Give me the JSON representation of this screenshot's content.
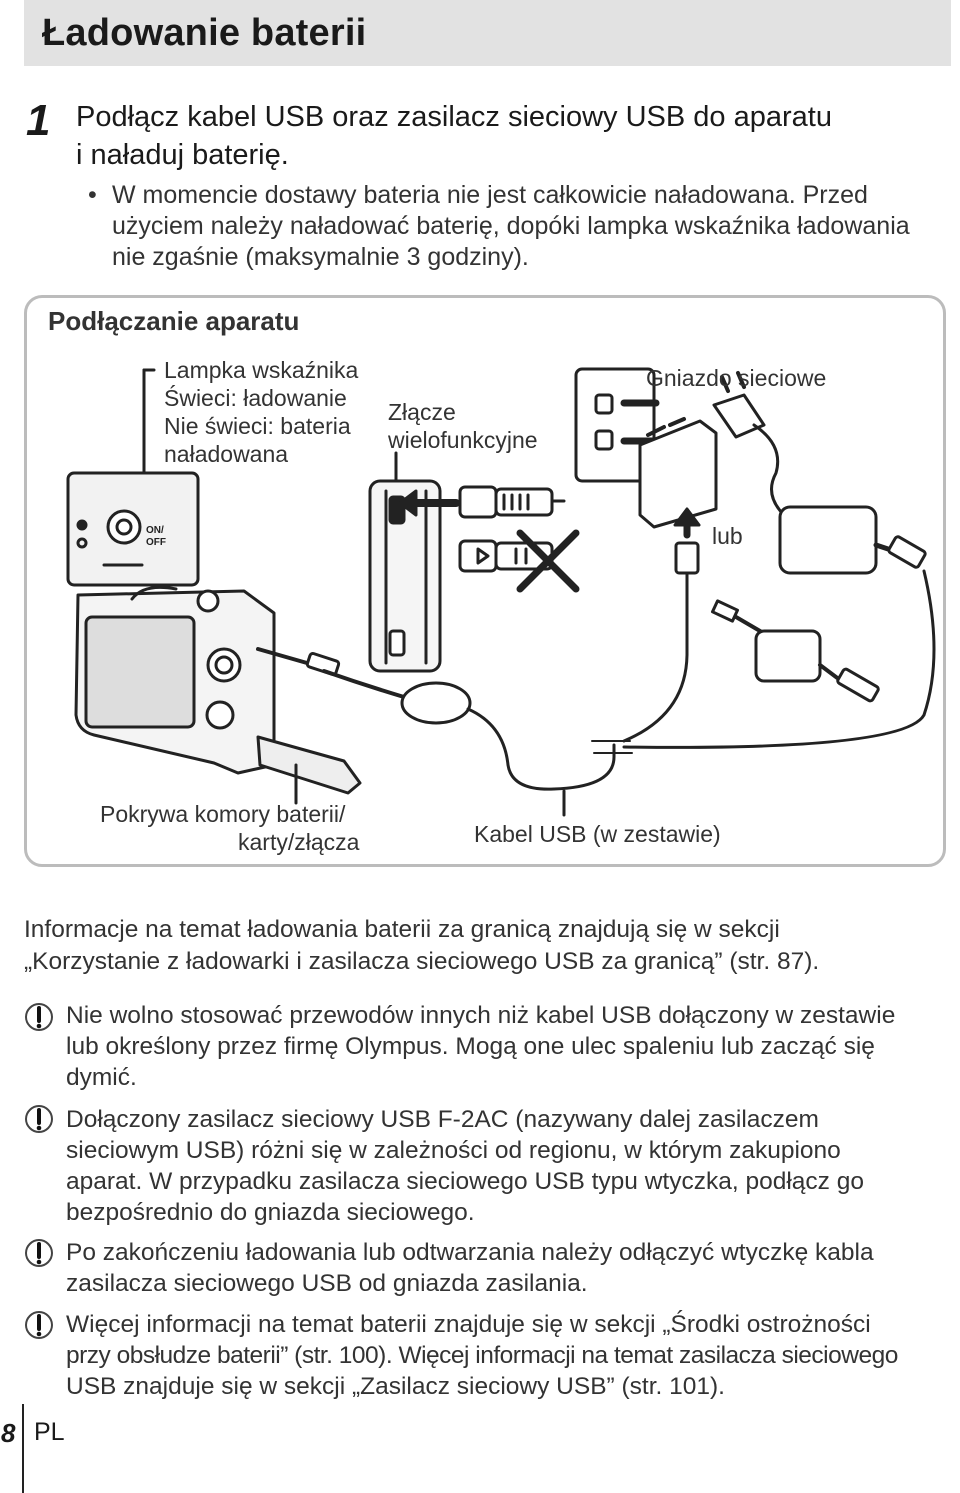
{
  "header": {
    "title": "Ładowanie baterii"
  },
  "step": {
    "number": "1",
    "line1": "Podłącz kabel USB oraz zasilacz sieciowy USB do aparatu",
    "line2": "i naładuj baterię.",
    "bullet_symbol": "•",
    "bullet_lines": [
      "W momencie dostawy bateria nie jest całkowicie naładowana. Przed",
      "użyciem należy naładować baterię, dopóki lampka wskaźnika ładowania",
      "nie zgaśnie (maksymalnie 3 godziny)."
    ]
  },
  "diagram": {
    "heading": "Podłączanie aparatu",
    "indicator_lines": [
      "Lampka wskaźnika",
      "Świeci: ładowanie",
      "Nie świeci: bateria",
      "naładowana"
    ],
    "connector_lines": [
      "Złącze",
      "wielofunkcyjne"
    ],
    "outlet_label": "Gniazdo sieciowe",
    "or_label": "lub",
    "cover_lines": [
      "Pokrywa komory baterii/",
      "karty/złącza"
    ],
    "cable_label": "Kabel USB (w zestawie)",
    "camera_button_text": [
      "ON/",
      "OFF"
    ]
  },
  "info": {
    "lines": [
      "Informacje na temat ładowania baterii za granicą znajdują się w sekcji",
      "„Korzystanie z ładowarki i zasilacza sieciowego USB za granicą” (str. 87)."
    ]
  },
  "warnings": [
    {
      "lines": [
        "Nie wolno stosować przewodów innych niż kabel USB dołączony w zestawie",
        "lub określony przez firmę Olympus. Mogą one ulec spaleniu lub zacząć się",
        "dymić."
      ]
    },
    {
      "lines": [
        "Dołączony zasilacz sieciowy USB F-2AC (nazywany dalej zasilaczem",
        "sieciowym USB) różni się w zależności od regionu, w którym zakupiono",
        "aparat. W przypadku zasilacza sieciowego USB typu wtyczka, podłącz go",
        "bezpośrednio do gniazda sieciowego."
      ]
    },
    {
      "lines": [
        "Po zakończeniu ładowania lub odtwarzania należy odłączyć wtyczkę kabla",
        "zasilacza sieciowego USB od gniazda zasilania."
      ]
    },
    {
      "lines": [
        "Więcej informacji na temat baterii znajduje się w sekcji „Środki ostrożności",
        "przy obsłudze baterii” (str. 100). Więcej informacji na temat zasilacza sieciowego",
        "USB znajduje się w sekcji „Zasilacz sieciowy USB” (str. 101)."
      ]
    }
  ],
  "footer": {
    "page_number": "8",
    "language": "PL"
  }
}
